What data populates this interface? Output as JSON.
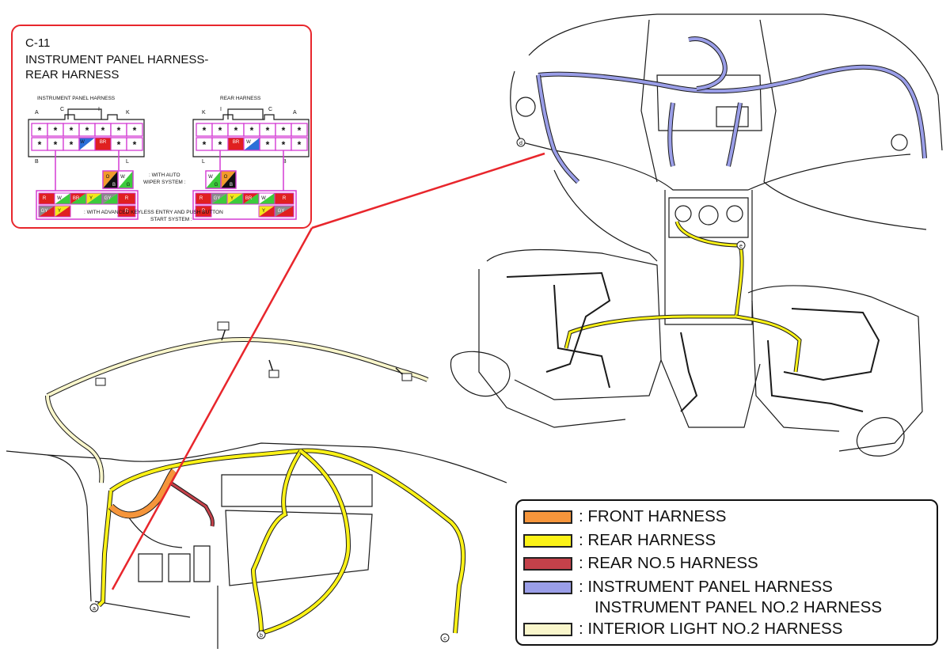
{
  "callout": {
    "code": "C-11",
    "title_line1": "INSTRUMENT PANEL HARNESS-",
    "title_line2": "REAR HARNESS",
    "left_connector_title": "INSTRUMENT PANEL HARNESS",
    "right_connector_title": "REAR HARNESS",
    "left_pins_top": [
      "A",
      "C",
      "I",
      "K"
    ],
    "left_pins_bottom": [
      "B",
      "L"
    ],
    "right_pins_top": [
      "K",
      "I",
      "C",
      "A"
    ],
    "right_pins_bottom": [
      "L",
      "B"
    ],
    "left_wires": [
      "W",
      "BR"
    ],
    "right_wires": [
      "BR",
      "W"
    ],
    "auto_wiper_note_line1": ": WITH AUTO",
    "auto_wiper_note_line2": "WIPER SYSTEM :",
    "auto_wiper_left_wires": [
      "O",
      "W",
      "B",
      "G"
    ],
    "auto_wiper_right_wires": [
      "W",
      "O",
      "G",
      "B"
    ],
    "keyless_note_line1": ": WITH ADVANCED KEYLESS ENTRY AND PUSH BUTTON",
    "keyless_note_line2": "START SYSTEM :",
    "keyless_left_top": [
      "R",
      "W",
      "BR",
      "Y",
      "GY",
      "R"
    ],
    "keyless_left_bottom": [
      "GY",
      "Y",
      "R"
    ],
    "keyless_right_top": [
      "R",
      "GY",
      "Y",
      "BR",
      "W",
      "R"
    ],
    "keyless_right_bottom": [
      "R",
      "Y",
      "GY"
    ]
  },
  "markers": [
    "a",
    "b",
    "c",
    "d",
    "e"
  ],
  "legend": {
    "items": [
      {
        "label": ": FRONT HARNESS",
        "color": "#f5953b"
      },
      {
        "label": ": REAR HARNESS",
        "color": "#fbf217"
      },
      {
        "label": ": REAR NO.5 HARNESS",
        "color": "#c4414a"
      },
      {
        "label": ": INSTRUMENT PANEL HARNESS",
        "color": "#9a9ee8"
      },
      {
        "label": "INSTRUMENT PANEL NO.2 HARNESS",
        "color": ""
      },
      {
        "label": ": INTERIOR LIGHT NO.2 HARNESS",
        "color": "#f9f6cb"
      }
    ]
  },
  "colors": {
    "callout_border": "#e8262c",
    "connector_outline": "#d43bd4",
    "wire_red": "#e02020",
    "wire_green": "#3ccb3c",
    "wire_yellow": "#f3e81a",
    "wire_blue": "#2a6fd8",
    "wire_orange": "#f29b2b",
    "wire_gray": "#8a8a8a"
  }
}
